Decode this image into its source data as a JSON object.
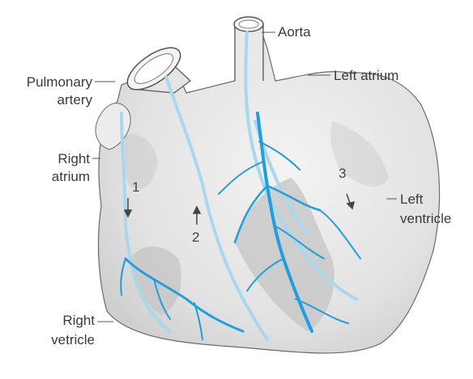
{
  "labels": {
    "aorta": "Aorta",
    "left_atrium": "Left atrium",
    "pulmonary_artery_line1": "Pulmonary",
    "pulmonary_artery_line2": "artery",
    "right_atrium_line1": "Right",
    "right_atrium_line2": "atrium",
    "left_ventricle_line1": "Left",
    "left_ventricle_line2": "ventricle",
    "right_ventricle_line1": "Right",
    "right_ventricle_line2": "vetricle"
  },
  "markers": {
    "m1": "1",
    "m2": "2",
    "m3": "3"
  },
  "colors": {
    "vessel": "#1f9ee0",
    "vessel_light": "#a9d8ee",
    "heart_fill": "#e7e7e7",
    "heart_shade": "#c9c9c9",
    "outline": "#555555"
  }
}
